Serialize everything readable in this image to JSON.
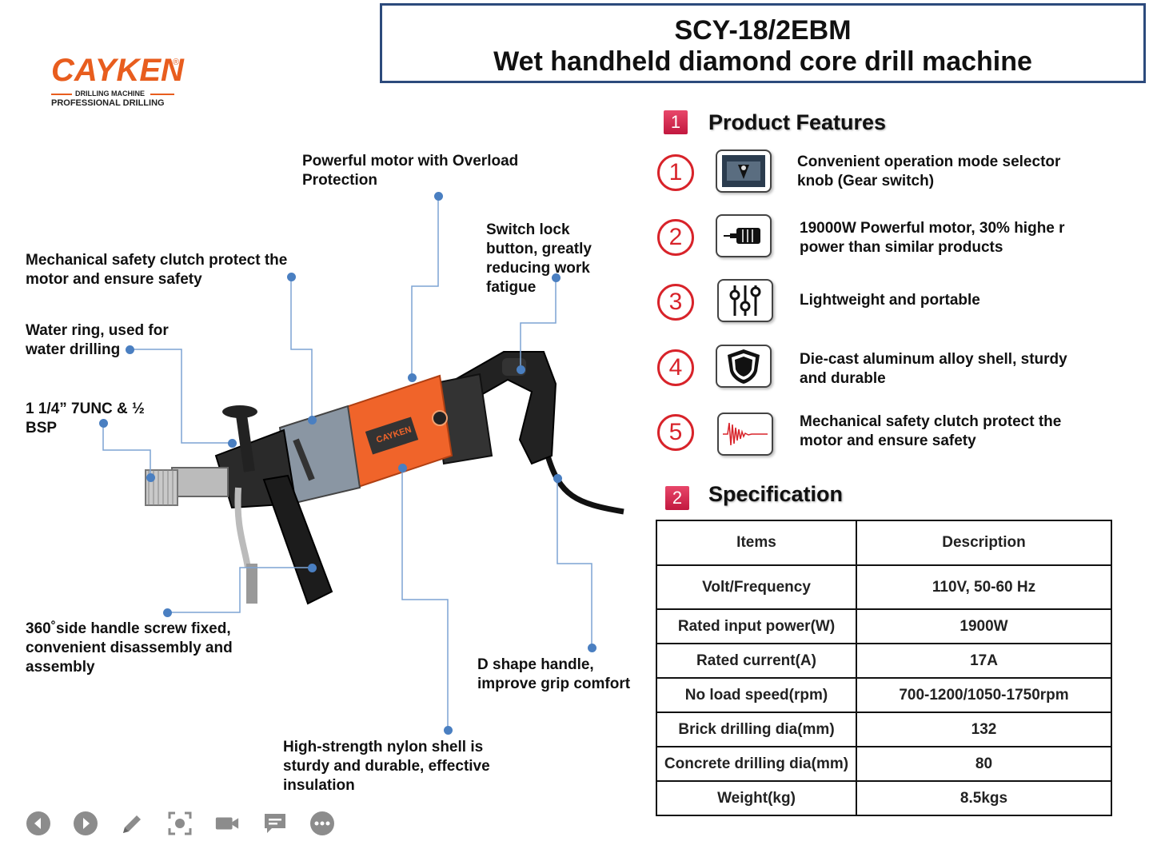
{
  "title": {
    "model": "SCY-18/2EBM",
    "name": "Wet handheld diamond core drill machine"
  },
  "logo": {
    "brand": "CAYKEN",
    "reg": "®",
    "line1": "DRILLING MACHINE",
    "line2": "PROFESSIONAL DRILLING"
  },
  "callouts": {
    "motor": "Powerful motor with Overload Protection",
    "clutch": "Mechanical safety clutch protect the motor and ensure safety",
    "switch_lock": "Switch lock button, greatly reducing work fatigue",
    "water_ring": "Water ring, used for water drilling",
    "thread": "1 1/4” 7UNC & ½ BSP",
    "side_handle": "360˚side handle screw fixed, convenient disassembly and assembly",
    "d_handle": "D shape handle, improve grip comfort",
    "nylon_shell": "High-strength nylon shell is sturdy and durable, effective insulation"
  },
  "drill_label": "CAYKEN",
  "features": {
    "section_num": "1",
    "section_title": "Product Features",
    "items": [
      {
        "num": "1",
        "text": "Convenient operation mode selector knob (Gear switch)",
        "icon": "gear-switch-photo-icon"
      },
      {
        "num": "2",
        "text": "19000W Powerful motor, 30% highe r power than similar products",
        "icon": "motor-icon"
      },
      {
        "num": "3",
        "text": "Lightweight and portable",
        "icon": "sliders-icon"
      },
      {
        "num": "4",
        "text": "Die-cast aluminum alloy shell, sturdy and durable",
        "icon": "shield-icon"
      },
      {
        "num": "5",
        "text": "Mechanical safety clutch protect the motor and ensure safety",
        "icon": "waveform-icon"
      }
    ]
  },
  "spec": {
    "section_num": "2",
    "section_title": "Specification",
    "headers": [
      "Items",
      "Description"
    ],
    "rows": [
      [
        "Volt/Frequency",
        "110V, 50-60 Hz"
      ],
      [
        "Rated input power(W)",
        "1900W"
      ],
      [
        "Rated current(A)",
        "17A"
      ],
      [
        "No load speed(rpm)",
        "700-1200/1050-1750rpm"
      ],
      [
        "Brick drilling dia(mm)",
        "132"
      ],
      [
        "Concrete drilling dia(mm)",
        "80"
      ],
      [
        "Weight(kg)",
        "8.5kgs"
      ]
    ]
  },
  "toolbar": [
    "prev-icon",
    "play-icon",
    "pen-icon",
    "focus-icon",
    "camera-icon",
    "comment-icon",
    "more-icon"
  ],
  "colors": {
    "accent": "#e85d1e",
    "callout_line": "#4a7fc1",
    "title_border": "#2c4a7c",
    "badge_red": "#d8232a"
  }
}
